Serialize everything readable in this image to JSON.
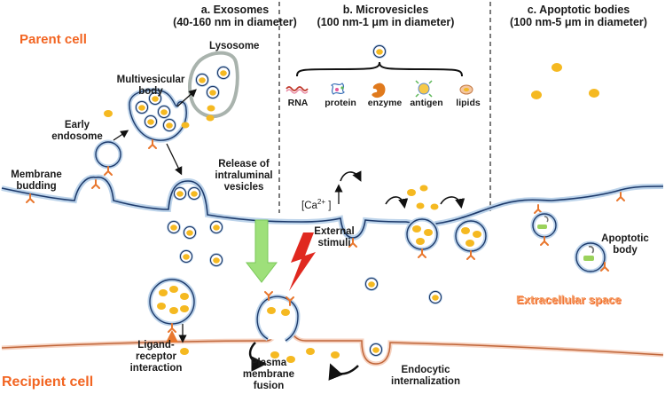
{
  "sections": {
    "exosomes": {
      "title": "a. Exosomes",
      "size": "(40-160 nm in diameter)"
    },
    "microvesicles": {
      "title": "b. Microvesicles",
      "size": "(100 nm-1 μm in diameter)"
    },
    "apoptotic": {
      "title": "c. Apoptotic bodies",
      "size": "(100 nm-5 μm in diameter)"
    }
  },
  "regions": {
    "parent_cell": "Parent cell",
    "recipient_cell": "Recipient cell",
    "extracellular_space": "Extracellular space"
  },
  "labels": {
    "lysosome": "Lysosome",
    "multivesicular_body": [
      "Multivesicular",
      "body"
    ],
    "early_endosome": [
      "Early",
      "endosome"
    ],
    "membrane_budding": [
      "Membrane",
      "budding"
    ],
    "release": [
      "Release of",
      "intraluminal",
      "vesicles"
    ],
    "calcium": "[Ca",
    "calcium_sup": "2+",
    "calcium_end": " ]",
    "external_stimuli": [
      "External",
      "stimuli"
    ],
    "apoptotic_body": [
      "Apoptotic",
      "body"
    ],
    "ligand": [
      "Ligand-",
      "receptor",
      "interaction"
    ],
    "plasma_fusion": [
      "Plasma",
      "membrane",
      "fusion"
    ],
    "endocytic": [
      "Endocytic",
      "internalization"
    ]
  },
  "cargo": [
    "RNA",
    "protein",
    "enzyme",
    "antigen",
    "lipids"
  ],
  "colors": {
    "membrane": "#1d3a6b",
    "membrane_glow": "#bcd3ea",
    "vesicle_fill": "#f5b921",
    "receptor": "#e8772e",
    "recipient_membrane": "#c0663a",
    "header_orange": "#f26522",
    "arrow_green": "#9ee07a",
    "lightning": "#e0281f"
  }
}
